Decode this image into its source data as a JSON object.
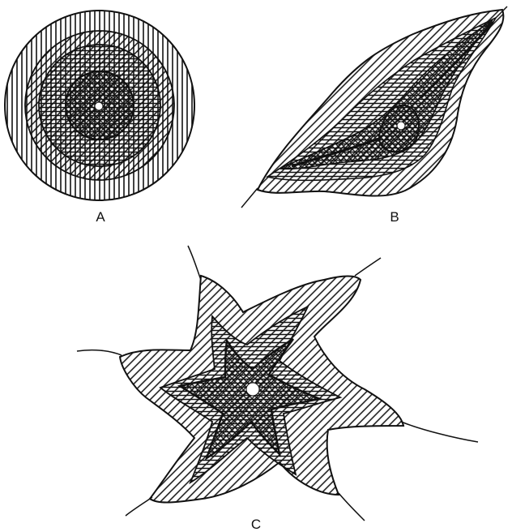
{
  "panels": [
    {
      "id": "A",
      "label": "A"
    },
    {
      "id": "B",
      "label": "B"
    },
    {
      "id": "C",
      "label": "C"
    }
  ],
  "colors": {
    "ink": "#111111",
    "paper": "#ffffff"
  }
}
